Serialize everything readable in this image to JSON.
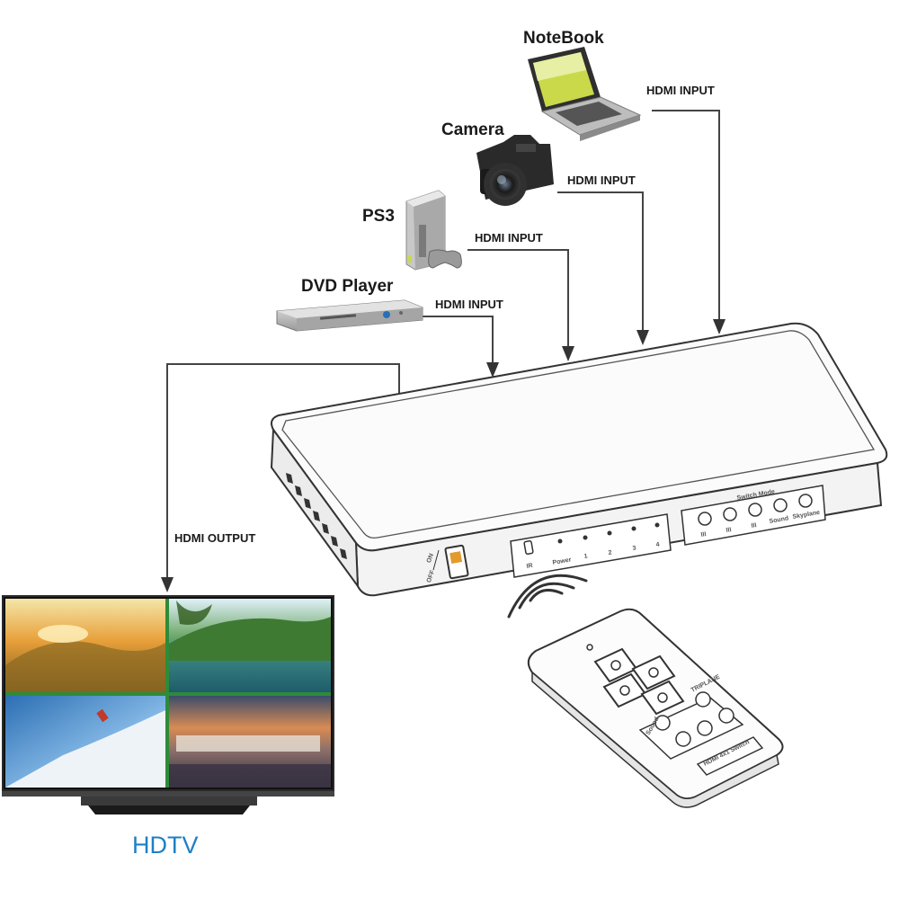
{
  "devices": {
    "notebook": "NoteBook",
    "camera": "Camera",
    "ps3": "PS3",
    "dvd": "DVD Player",
    "tv": "HDTV"
  },
  "ports": {
    "input_notebook": "HDMI INPUT",
    "input_camera": "HDMI INPUT",
    "input_ps3": "HDMI INPUT",
    "input_dvd": "HDMI INPUT",
    "output_tv": "HDMI OUTPUT"
  },
  "switch_panel": {
    "power_on": "ON",
    "power_off": "OFF",
    "ir": "IR",
    "power": "Power",
    "leds": [
      "1",
      "2",
      "3",
      "4"
    ],
    "switch_mode": "Switch Mode",
    "buttons": [
      "III",
      "III",
      "III",
      "Sound",
      "Skyplane"
    ]
  },
  "remote": {
    "label": "HDMI 4x1 Switch",
    "button_a": "Sound",
    "button_b": "TRIPLANE"
  },
  "colors": {
    "line": "#444444",
    "hdtv_text": "#1f7fc4",
    "screen_divider": "#2e8b3a"
  }
}
